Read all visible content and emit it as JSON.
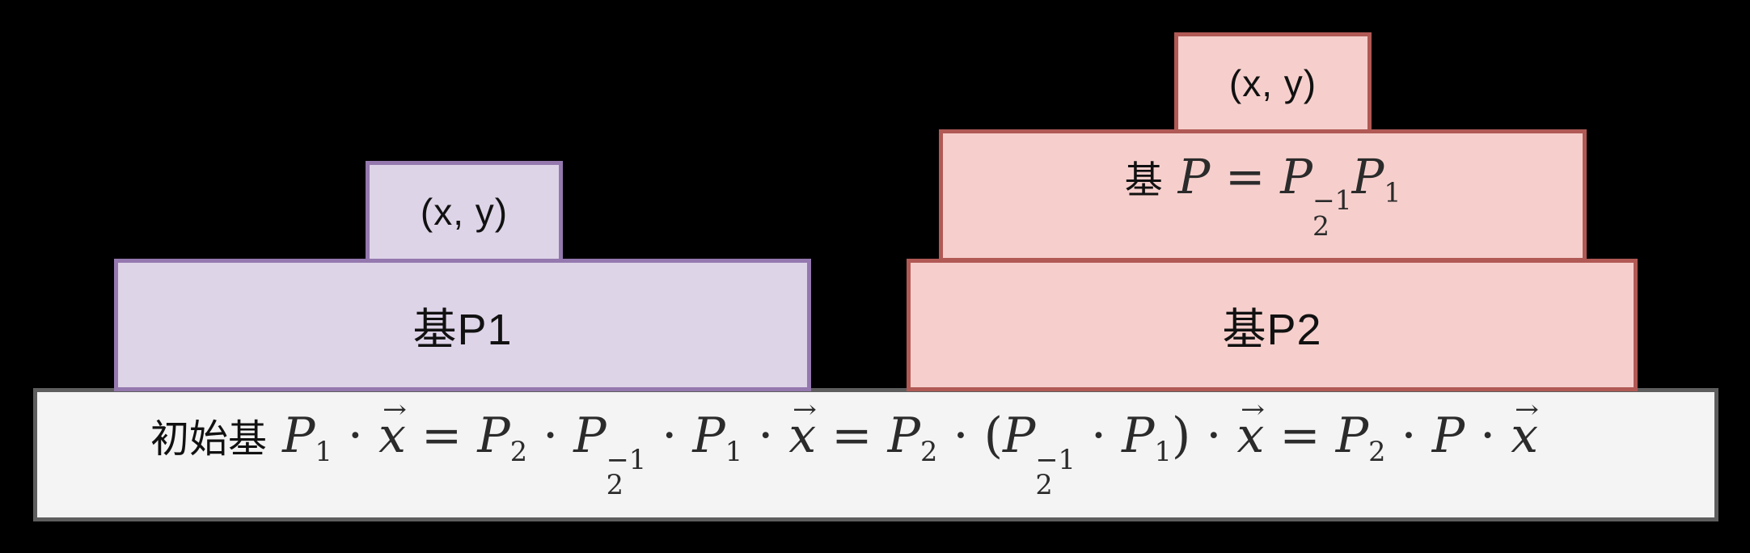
{
  "colors": {
    "background": "#000000",
    "purple-fill": "#ded4e8",
    "purple-border": "#9478ae",
    "pink-fill": "#f6cfcc",
    "pink-border": "#b05955",
    "bar-fill": "#f4f4f4",
    "bar-border": "#5e5e5e",
    "label-ink": "#111111",
    "math-ink": "#2b2b2b"
  },
  "left_stack": {
    "point_label": "(x, y)",
    "base_label": "基P1"
  },
  "right_stack": {
    "point_label": "(x, y)",
    "base_label": "基P2"
  },
  "formulas": {
    "vec_arrow": "→",
    "basis_p": [
      {
        "k": "cjk",
        "t": "基"
      },
      {
        "k": "plain",
        "t": "  "
      },
      {
        "k": "var",
        "t": "P"
      },
      {
        "k": "plain",
        "t": " = "
      },
      {
        "k": "var",
        "t": "P"
      },
      {
        "k": "subsup",
        "sub": "2",
        "sup": "−1"
      },
      {
        "k": "var",
        "t": "P"
      },
      {
        "k": "sub",
        "t": "1"
      }
    ],
    "initial_basis": [
      {
        "k": "cjk",
        "t": "初始基"
      },
      {
        "k": "plain",
        "t": "   "
      },
      {
        "k": "var",
        "t": "P"
      },
      {
        "k": "sub",
        "t": "1"
      },
      {
        "k": "plain",
        "t": " · "
      },
      {
        "k": "vec",
        "t": "x"
      },
      {
        "k": "plain",
        "t": " = "
      },
      {
        "k": "var",
        "t": "P"
      },
      {
        "k": "sub",
        "t": "2"
      },
      {
        "k": "plain",
        "t": " · "
      },
      {
        "k": "var",
        "t": "P"
      },
      {
        "k": "subsup",
        "sub": "2",
        "sup": "−1"
      },
      {
        "k": "plain",
        "t": " · "
      },
      {
        "k": "var",
        "t": "P"
      },
      {
        "k": "sub",
        "t": "1"
      },
      {
        "k": "plain",
        "t": " · "
      },
      {
        "k": "vec",
        "t": "x"
      },
      {
        "k": "plain",
        "t": " = "
      },
      {
        "k": "var",
        "t": "P"
      },
      {
        "k": "sub",
        "t": "2"
      },
      {
        "k": "plain",
        "t": " · ("
      },
      {
        "k": "var",
        "t": "P"
      },
      {
        "k": "subsup",
        "sub": "2",
        "sup": "−1"
      },
      {
        "k": "plain",
        "t": " · "
      },
      {
        "k": "var",
        "t": "P"
      },
      {
        "k": "sub",
        "t": "1"
      },
      {
        "k": "plain",
        "t": ") · "
      },
      {
        "k": "vec",
        "t": "x"
      },
      {
        "k": "plain",
        "t": " = "
      },
      {
        "k": "var",
        "t": "P"
      },
      {
        "k": "sub",
        "t": "2"
      },
      {
        "k": "plain",
        "t": " · "
      },
      {
        "k": "var",
        "t": "P"
      },
      {
        "k": "plain",
        "t": " · "
      },
      {
        "k": "vec",
        "t": "x"
      }
    ]
  }
}
